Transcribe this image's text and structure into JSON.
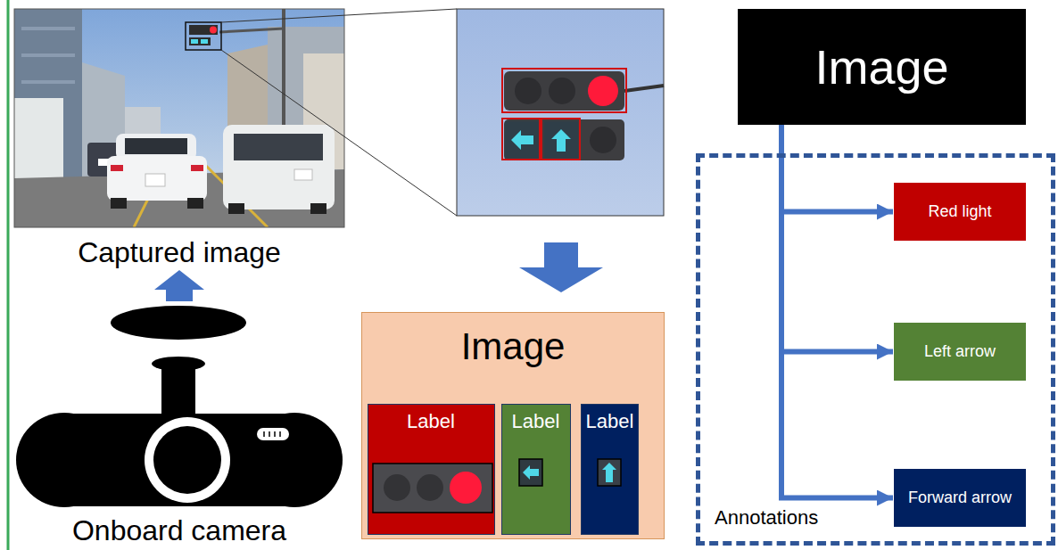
{
  "diagram": {
    "nodes": [
      {
        "text": [
          "Captured image"
        ]
      },
      {
        "text": [
          "Onboard camera"
        ]
      },
      {
        "text": [
          "Image"
        ]
      },
      {
        "text": [
          "Label"
        ],
        "in": 2
      },
      {
        "text": [
          "Label"
        ],
        "in": 2
      },
      {
        "text": [
          "Label"
        ],
        "in": 2
      },
      {
        "text": [
          "Image"
        ]
      },
      {
        "text": [
          "Annotations"
        ]
      },
      {
        "text": [
          "Red light"
        ],
        "in": 7
      },
      {
        "text": [
          "Left arrow"
        ],
        "in": 7
      },
      {
        "text": [
          "Forward arrow"
        ],
        "in": 7
      }
    ],
    "edges": [
      {
        "from": 1,
        "to": 0,
        "arrow": "to"
      },
      {
        "from": 6,
        "to": 8,
        "arrow": "to"
      },
      {
        "from": 6,
        "to": 9,
        "arrow": "to"
      },
      {
        "from": 6,
        "to": 10,
        "arrow": "to"
      }
    ]
  }
}
